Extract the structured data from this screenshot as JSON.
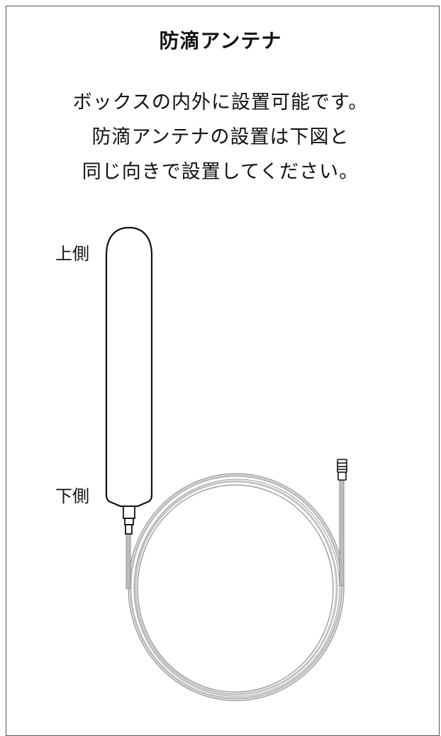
{
  "title": "防滴アンテナ",
  "description": [
    "ボックスの内外に設置可能です。",
    "防滴アンテナの設置は下図と",
    "同じ向きで設置してください。"
  ],
  "labels": {
    "top": "上側",
    "bottom": "下側"
  },
  "colors": {
    "outline": "#111111",
    "cable": "#bdbdbd",
    "cable_edge": "#8c8c8c",
    "frame": "#555555"
  }
}
